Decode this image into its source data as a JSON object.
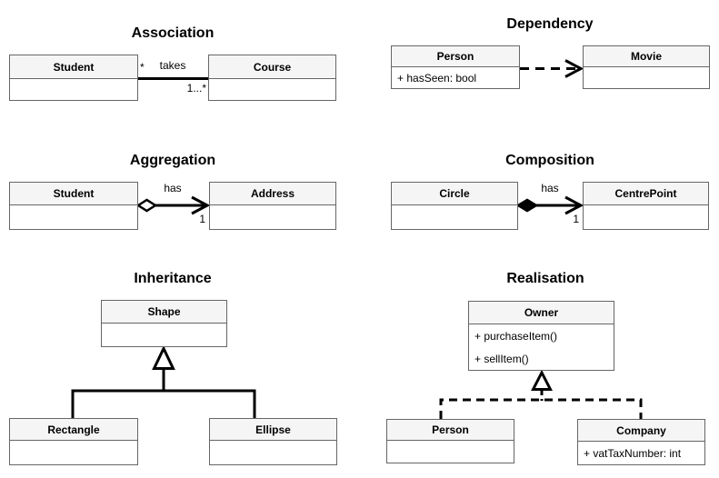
{
  "palette": {
    "background": "#ffffff",
    "box_fill": "#ffffff",
    "header_fill": "#f5f5f5",
    "box_border": "#666666",
    "line_color": "#000000",
    "text_color": "#000000"
  },
  "sections": {
    "association": {
      "title": "Association",
      "left_class": {
        "name": "Student"
      },
      "right_class": {
        "name": "Course"
      },
      "labels": {
        "source_multiplicity": "*",
        "name": "takes",
        "target_multiplicity": "1...*"
      }
    },
    "dependency": {
      "title": "Dependency",
      "left_class": {
        "name": "Person",
        "attributes": [
          "+ hasSeen: bool"
        ]
      },
      "right_class": {
        "name": "Movie"
      }
    },
    "aggregation": {
      "title": "Aggregation",
      "left_class": {
        "name": "Student"
      },
      "right_class": {
        "name": "Address"
      },
      "labels": {
        "name": "has",
        "target_multiplicity": "1"
      }
    },
    "composition": {
      "title": "Composition",
      "left_class": {
        "name": "Circle"
      },
      "right_class": {
        "name": "CentrePoint"
      },
      "labels": {
        "name": "has",
        "target_multiplicity": "1"
      }
    },
    "inheritance": {
      "title": "Inheritance",
      "parent_class": {
        "name": "Shape"
      },
      "child_classes": [
        {
          "name": "Rectangle"
        },
        {
          "name": "Ellipse"
        }
      ]
    },
    "realisation": {
      "title": "Realisation",
      "interface_class": {
        "name": "Owner",
        "attributes": [
          "+ purchaseItem()",
          "+ sellItem()"
        ]
      },
      "implementing_classes": [
        {
          "name": "Person",
          "attributes": []
        },
        {
          "name": "Company",
          "attributes": [
            "+ vatTaxNumber: int"
          ]
        }
      ]
    }
  }
}
